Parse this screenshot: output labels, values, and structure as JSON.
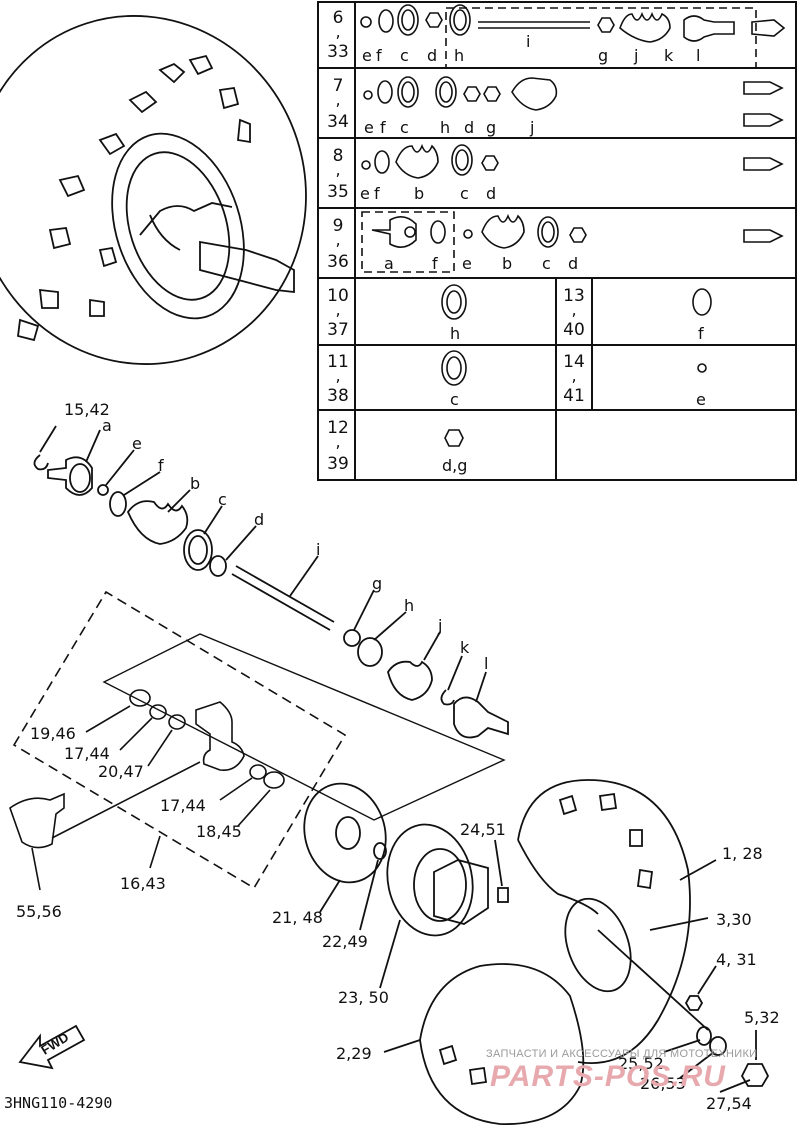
{
  "diagram": {
    "code": "3HNG110-4290",
    "fwd_label": "FWD",
    "watermark_text": "ЗАПЧАСТИ И АКСЕССУАРЫ ДЛЯ МОТОТЕХНИКИ",
    "watermark_logo": "PARTS-POS.RU"
  },
  "table": {
    "rows": [
      {
        "num_top": "6",
        "num_bottom": "33",
        "letters": [
          "e",
          "f",
          "c",
          "d",
          "h",
          "i",
          "g",
          "j",
          "k",
          "l"
        ]
      },
      {
        "num_top": "7",
        "num_bottom": "34",
        "letters": [
          "e",
          "f",
          "c",
          "h",
          "d",
          "g",
          "j"
        ]
      },
      {
        "num_top": "8",
        "num_bottom": "35",
        "letters": [
          "e",
          "f",
          "b",
          "c",
          "d"
        ]
      },
      {
        "num_top": "9",
        "num_bottom": "36",
        "letters": [
          "a",
          "f",
          "e",
          "b",
          "c",
          "d"
        ]
      },
      {
        "num_top": "10",
        "num_bottom": "37",
        "letters": [
          "h"
        ],
        "right_num_top": "13",
        "right_num_bottom": "40",
        "right_letters": [
          "f"
        ]
      },
      {
        "num_top": "11",
        "num_bottom": "38",
        "letters": [
          "c"
        ],
        "right_num_top": "14",
        "right_num_bottom": "41",
        "right_letters": [
          "e"
        ]
      },
      {
        "num_top": "12",
        "num_bottom": "39",
        "letters": [
          "d,g"
        ]
      }
    ],
    "separator": ","
  },
  "callouts": {
    "c15_42": "15,42",
    "a": "a",
    "e": "e",
    "f": "f",
    "b": "b",
    "c": "c",
    "d": "d",
    "i": "i",
    "g": "g",
    "h": "h",
    "j": "j",
    "k": "k",
    "l": "l",
    "c19_46": "19,46",
    "c17_44a": "17,44",
    "c20_47": "20,47",
    "c17_44b": "17,44",
    "c18_45": "18,45",
    "c16_43": "16,43",
    "c55_56": "55,56",
    "c21_48": "21, 48",
    "c22_49": "22,49",
    "c23_50": "23, 50",
    "c24_51": "24,51",
    "c1_28": "1, 28",
    "c3_30": "3,30",
    "c4_31": "4, 31",
    "c5_32": "5,32",
    "c2_29": "2,29",
    "c25_52": "25,52",
    "c26_53": "26,53",
    "c27_54": "27,54"
  }
}
